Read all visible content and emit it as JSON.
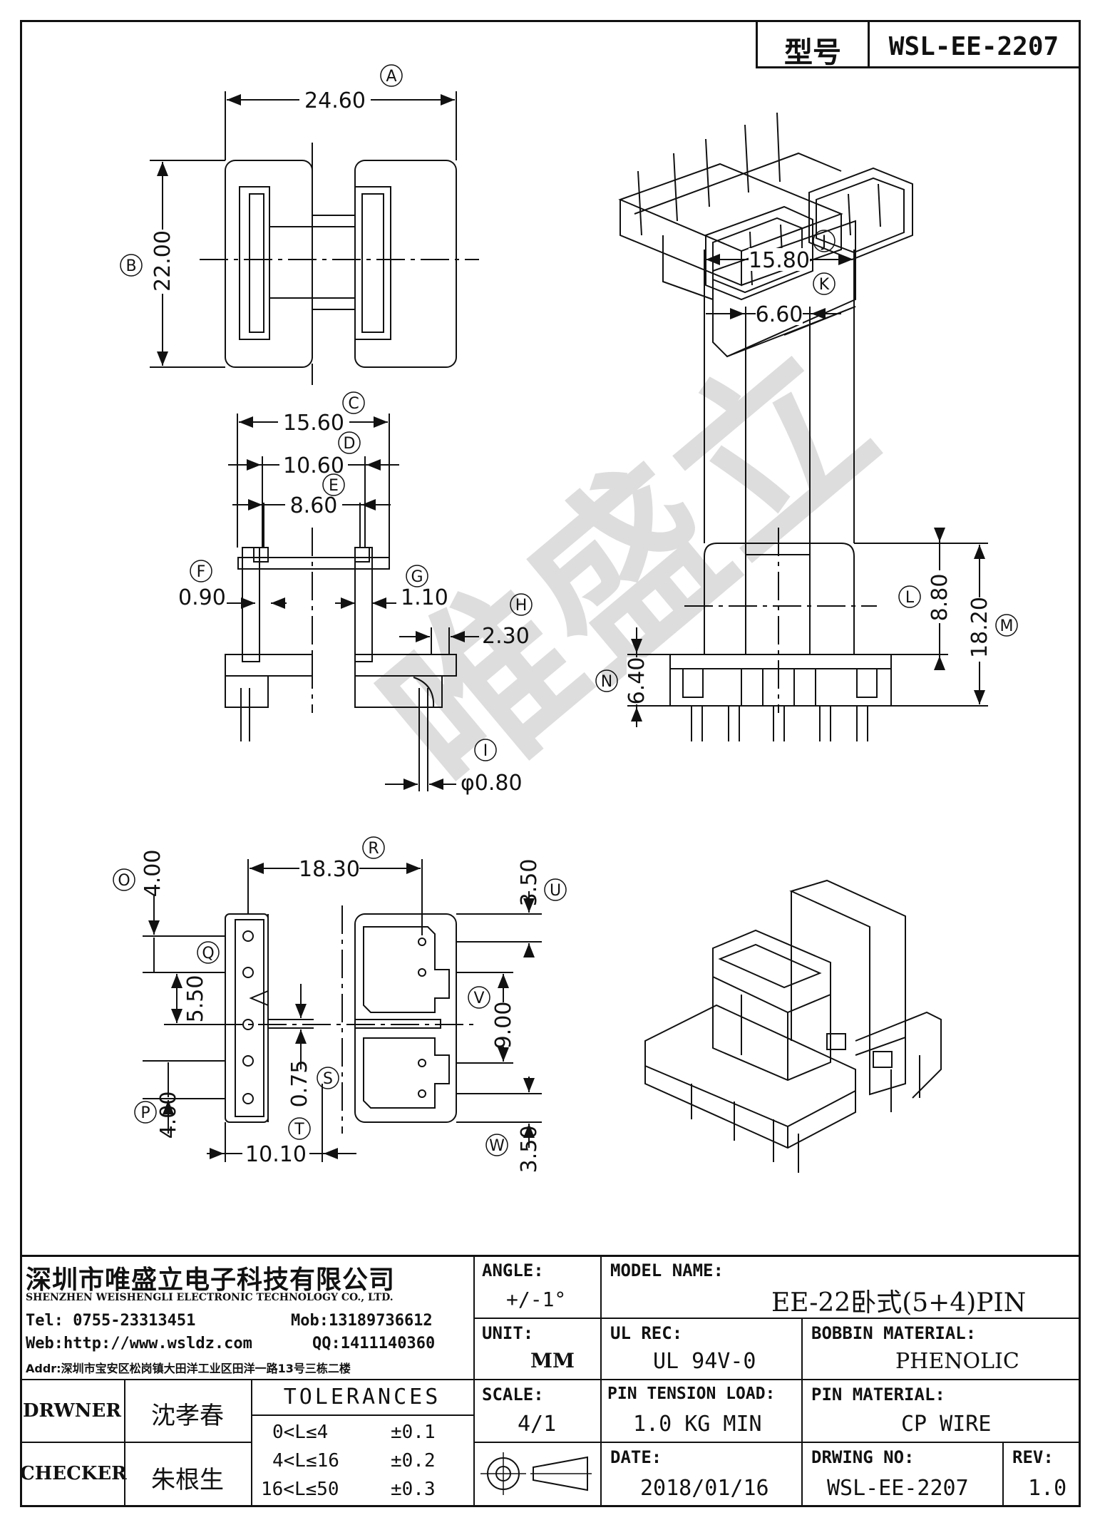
{
  "title_block": {
    "model_label": "型号",
    "model_value": "WSL-EE-2207"
  },
  "watermark": "唯盛立",
  "drawing": {
    "top_view": {
      "A": {
        "letter": "A",
        "value": "24.60"
      },
      "B": {
        "letter": "B",
        "value": "22.00"
      }
    },
    "front_view": {
      "C": {
        "letter": "C",
        "value": "15.60"
      },
      "D": {
        "letter": "D",
        "value": "10.60"
      },
      "E": {
        "letter": "E",
        "value": "8.60"
      },
      "F": {
        "letter": "F",
        "value": "0.90"
      },
      "G": {
        "letter": "G",
        "value": "1.10"
      },
      "H": {
        "letter": "H",
        "value": "2.30"
      },
      "I": {
        "letter": "I",
        "value": "φ0.80"
      }
    },
    "side_view": {
      "J": {
        "letter": "J",
        "value": "15.80"
      },
      "K": {
        "letter": "K",
        "value": "6.60"
      },
      "L": {
        "letter": "L",
        "value": "8.80"
      },
      "M": {
        "letter": "M",
        "value": "18.20"
      },
      "N": {
        "letter": "N",
        "value": "6.40"
      }
    },
    "bottom_view": {
      "O": {
        "letter": "O",
        "value": "4.00"
      },
      "P": {
        "letter": "P",
        "value": "4.00"
      },
      "Q": {
        "letter": "Q",
        "value": "5.50"
      },
      "R": {
        "letter": "R",
        "value": "18.30"
      },
      "S": {
        "letter": "S",
        "value": "0.75"
      },
      "T": {
        "letter": "T",
        "value": "10.10"
      },
      "U": {
        "letter": "U",
        "value": "3.50"
      },
      "V": {
        "letter": "V",
        "value": "9.00"
      },
      "W": {
        "letter": "W",
        "value": "3.50"
      }
    }
  },
  "company": {
    "name_cn": "深圳市唯盛立电子科技有限公司",
    "name_en": "SHENZHEN WEISHENGLI ELECTRONIC TECHNOLOGY CO., LTD.",
    "tel": "Tel: 0755-23313451",
    "mob": "Mob:13189736612",
    "web": "Web:http://www.wsldz.com",
    "qq": "QQ:1411140360",
    "addr": "Addr:深圳市宝安区松岗镇大田洋工业区田洋一路13号三栋二楼"
  },
  "spec": {
    "angle_label": "ANGLE:",
    "angle_value": "+/-1°",
    "model_name_label": "MODEL NAME:",
    "model_name_value": "EE-22卧式(5+4)PIN",
    "unit_label": "UNIT:",
    "unit_value": "MM",
    "ul_label": "UL REC:",
    "ul_value": "UL 94V-0",
    "bobbin_label": "BOBBIN MATERIAL:",
    "bobbin_value": "PHENOLIC",
    "scale_label": "SCALE:",
    "scale_value": "4/1",
    "tension_label": "PIN TENSION LOAD:",
    "tension_value": "1.0 KG MIN",
    "pin_mat_label": "PIN MATERIAL:",
    "pin_mat_value": "CP WIRE",
    "date_label": "DATE:",
    "date_value": "2018/01/16",
    "drw_no_label": "DRWING NO:",
    "drw_no_value": "WSL-EE-2207",
    "rev_label": "REV:",
    "rev_value": "1.0"
  },
  "signoff": {
    "drawer_label": "DRWNER",
    "drawer_name": "沈孝春",
    "checker_label": "CHECKER",
    "checker_name": "朱根生"
  },
  "tolerances": {
    "title": "TOLERANCES",
    "rows": [
      {
        "range": "0<L≤4",
        "value": "±0.1"
      },
      {
        "range": "4<L≤16",
        "value": "±0.2"
      },
      {
        "range": "16<L≤50",
        "value": "±0.3"
      }
    ]
  }
}
